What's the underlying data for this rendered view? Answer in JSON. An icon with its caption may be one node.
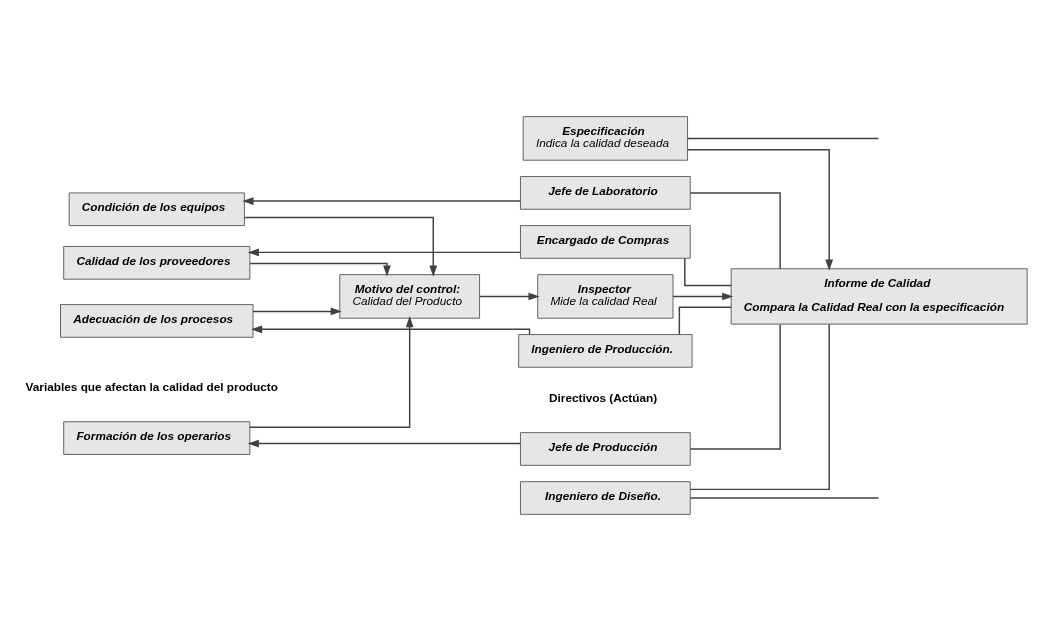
{
  "diagram": {
    "nodes": [
      {
        "text": [
          "Motivo del control:",
          "Calidad del Producto"
        ]
      },
      {
        "text": [
          "Inspector",
          "Mide la calidad Real"
        ]
      },
      {
        "text": [
          "Especificación",
          "Indica la calidad deseada"
        ]
      },
      {
        "text": [
          "Formación de los operarios"
        ]
      },
      {
        "text": [
          "Jefe de Producción"
        ]
      },
      {
        "text": [
          "Condición de los equipos"
        ]
      },
      {
        "text": [
          "Jefe de Laboratorio"
        ]
      },
      {
        "text": [
          "Calidad de los proveedores"
        ]
      },
      {
        "text": [
          "Encargado de Compras"
        ]
      },
      {
        "text": [
          "Adecuación de los procesos"
        ]
      },
      {
        "text": [
          "Ingeniero de Producción."
        ]
      },
      {
        "text": [
          "Ingeniero de Diseño."
        ]
      },
      {
        "text": [
          "Informe de Calidad",
          "Compara la Calidad Real con la especificación"
        ]
      }
    ],
    "edges": [
      {
        "from": 0,
        "to": 1,
        "arrow": "to"
      },
      {
        "from": 1,
        "to": 12,
        "arrow": "to"
      },
      {
        "from": 2,
        "to": 12,
        "arrow": "to"
      },
      {
        "from": 2,
        "to": null,
        "arrow": "none"
      },
      {
        "from": 4,
        "to": 3,
        "arrow": "to"
      },
      {
        "from": 6,
        "to": 5,
        "arrow": "to"
      },
      {
        "from": 8,
        "to": 7,
        "arrow": "to"
      },
      {
        "from": 10,
        "to": 9,
        "arrow": "to"
      },
      {
        "from": 4,
        "to": 12,
        "arrow": "none"
      },
      {
        "from": 6,
        "to": 12,
        "arrow": "none"
      },
      {
        "from": 8,
        "to": 12,
        "arrow": "none"
      },
      {
        "from": 10,
        "to": 12,
        "arrow": "none"
      },
      {
        "from": 11,
        "to": 12,
        "arrow": "none"
      },
      {
        "from": 3,
        "to": 0,
        "arrow": "to"
      },
      {
        "from": 5,
        "to": 0,
        "arrow": "to"
      },
      {
        "from": 7,
        "to": 0,
        "arrow": "to"
      },
      {
        "from": 9,
        "to": 0,
        "arrow": "to"
      },
      {
        "from": 11,
        "to": null,
        "arrow": "none"
      }
    ],
    "labels": [
      "Variables que afectan la calidad del producto",
      "Directivos (Actúan)"
    ]
  }
}
